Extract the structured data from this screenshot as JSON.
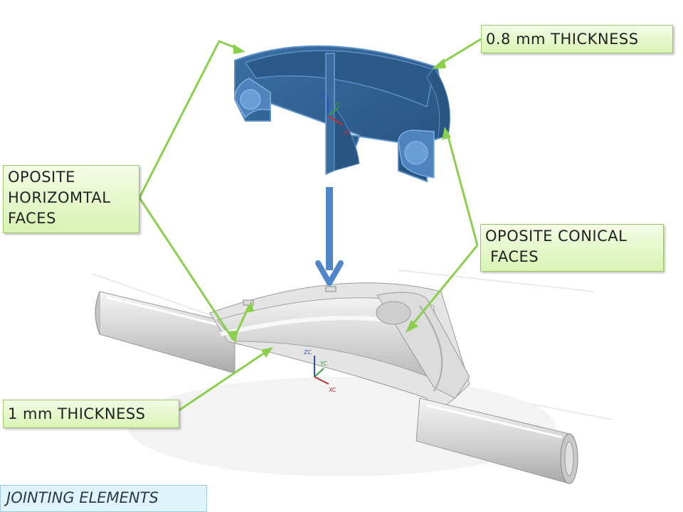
{
  "callouts": {
    "top_thickness": "0.8 mm THICKNESS",
    "horizontal_faces": "OPOSITE\nHORIZOMTAL\nFACES",
    "conical_faces": "OPOSITE CONICAL\n FACES",
    "bottom_thickness": "1 mm THICKNESS"
  },
  "title": "JOINTING ELEMENTS",
  "axes_labels": {
    "z": "ZC",
    "y": "YC",
    "x": "XC"
  },
  "colors": {
    "callout_arrow": "#8ccf4e",
    "part_blue": "#2f5f8f",
    "part_edge": "#5a8fc8",
    "down_arrow": "#4f86c8",
    "callout_fill": "#e3f6c6",
    "title_fill": "#dff3fb"
  }
}
